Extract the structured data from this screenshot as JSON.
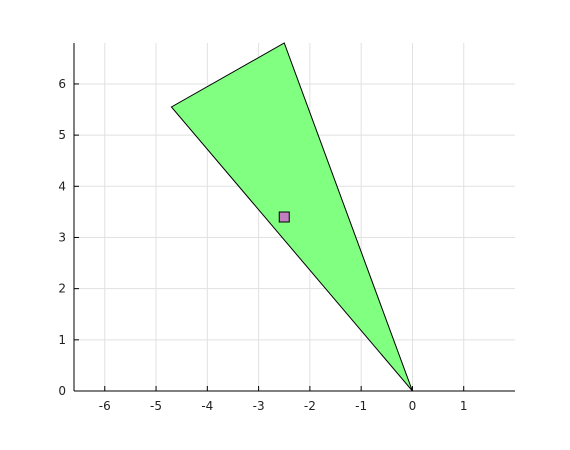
{
  "chart_data": {
    "type": "scatter",
    "title": "",
    "xlabel": "",
    "ylabel": "",
    "xlim": [
      -6.6,
      2.0
    ],
    "ylim": [
      0,
      6.8
    ],
    "xticks": [
      -6,
      -5,
      -4,
      -3,
      -2,
      -1,
      0,
      1
    ],
    "yticks": [
      0,
      1,
      2,
      3,
      4,
      5,
      6
    ],
    "xtick_labels": [
      "-6",
      "-5",
      "-4",
      "-3",
      "-2",
      "-1",
      "0",
      "1"
    ],
    "ytick_labels": [
      "0",
      "1",
      "2",
      "3",
      "4",
      "5",
      "6"
    ],
    "grid": true,
    "polygon": {
      "vertices": [
        [
          0,
          0
        ],
        [
          -2.5,
          6.8
        ],
        [
          -4.7,
          5.55
        ]
      ],
      "fill": "#80ff80",
      "stroke": "#000000"
    },
    "points": [
      {
        "x": -2.5,
        "y": 3.4,
        "marker": "square",
        "fill": "#c080c0",
        "stroke": "#000000"
      }
    ]
  }
}
